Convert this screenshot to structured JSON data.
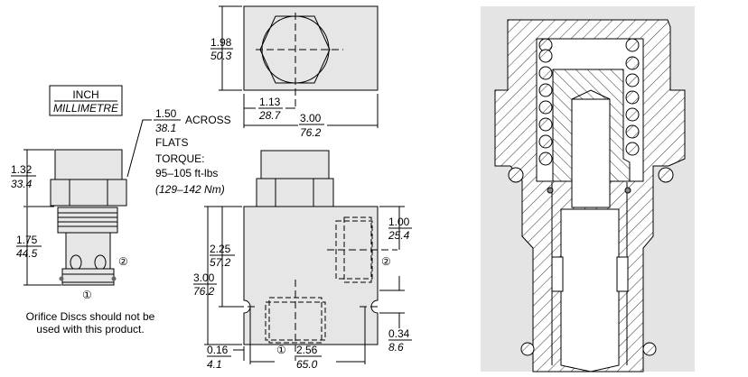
{
  "units_legend": {
    "primary": "INCH",
    "secondary": "MILLIMETRE"
  },
  "cartridge_view": {
    "height_upper": {
      "in": "1.32",
      "mm": "33.4"
    },
    "height_lower": {
      "in": "1.75",
      "mm": "44.5"
    },
    "port_1": "①",
    "port_2": "②",
    "note_line1": "Orifice Discs should not be",
    "note_line2": "used with this product."
  },
  "callout": {
    "across_in": "1.50",
    "across_mm": "38.1",
    "across_label": "ACROSS",
    "flats_label": "FLATS",
    "torque_label": "TORQUE:",
    "torque_ftlbs": "95–105 ft-lbs",
    "torque_nm": "(129–142 Nm)"
  },
  "top_view": {
    "height": {
      "in": "1.98",
      "mm": "50.3"
    },
    "center_offset": {
      "in": "1.13",
      "mm": "28.7"
    },
    "width": {
      "in": "3.00",
      "mm": "76.2"
    }
  },
  "front_view": {
    "height_to_port": {
      "in": "2.25",
      "mm": "57.2"
    },
    "total_height": {
      "in": "3.00",
      "mm": "76.2"
    },
    "port2_offset": {
      "in": "1.00",
      "mm": "25.4"
    },
    "mount_hole_offset": {
      "in": "0.34",
      "mm": "8.6"
    },
    "edge_offset": {
      "in": "0.16",
      "mm": "4.1"
    },
    "hole_spacing": {
      "in": "2.56",
      "mm": "65.0"
    },
    "port_1": "①",
    "port_2": "②"
  },
  "colors": {
    "part_fill": "#e6e6e6",
    "section_bg": "#e4e4e4"
  }
}
